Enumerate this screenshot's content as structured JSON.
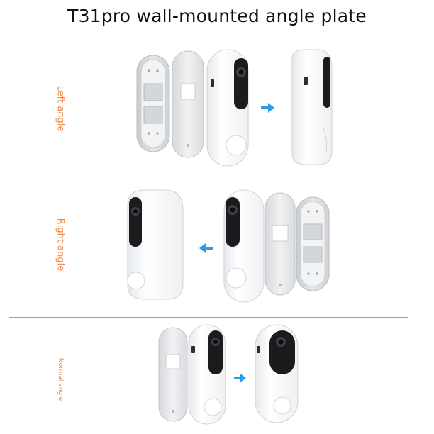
{
  "title": "T31pro wall-mounted angle plate",
  "sections": [
    {
      "label": "Left angle",
      "arrow": "right"
    },
    {
      "label": "Right angle",
      "arrow": "left"
    },
    {
      "label": "Normal angle",
      "arrow": "right"
    }
  ],
  "colors": {
    "accent": "#f08a4b",
    "arrow": "#2a9be8",
    "device_body": "#f7f8f9",
    "device_edge": "#d9dde1",
    "plate": "#e9eaec",
    "camera_panel": "#1b1b1d"
  }
}
